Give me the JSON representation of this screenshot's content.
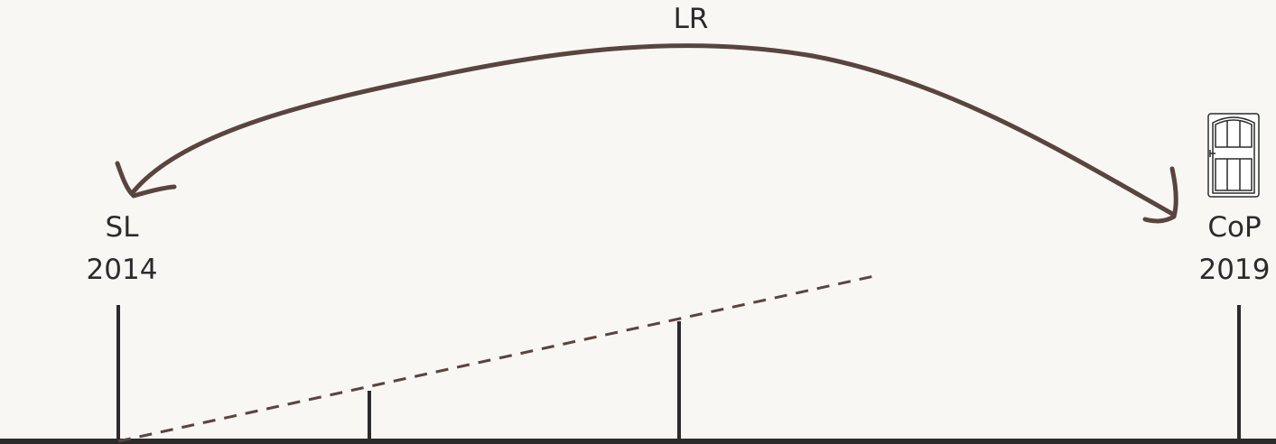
{
  "arc_label": "LR",
  "left_event": {
    "name": "SL",
    "year": "2014"
  },
  "right_event": {
    "name": "CoP",
    "year": "2019",
    "icon": "door-icon"
  },
  "colors": {
    "background": "#f8f7f4",
    "ink": "#2b2b2b",
    "arc": "#5a4440",
    "thumbnail_blue": "#1f3fb0",
    "thumbnail_brown": "#7a5a48"
  }
}
